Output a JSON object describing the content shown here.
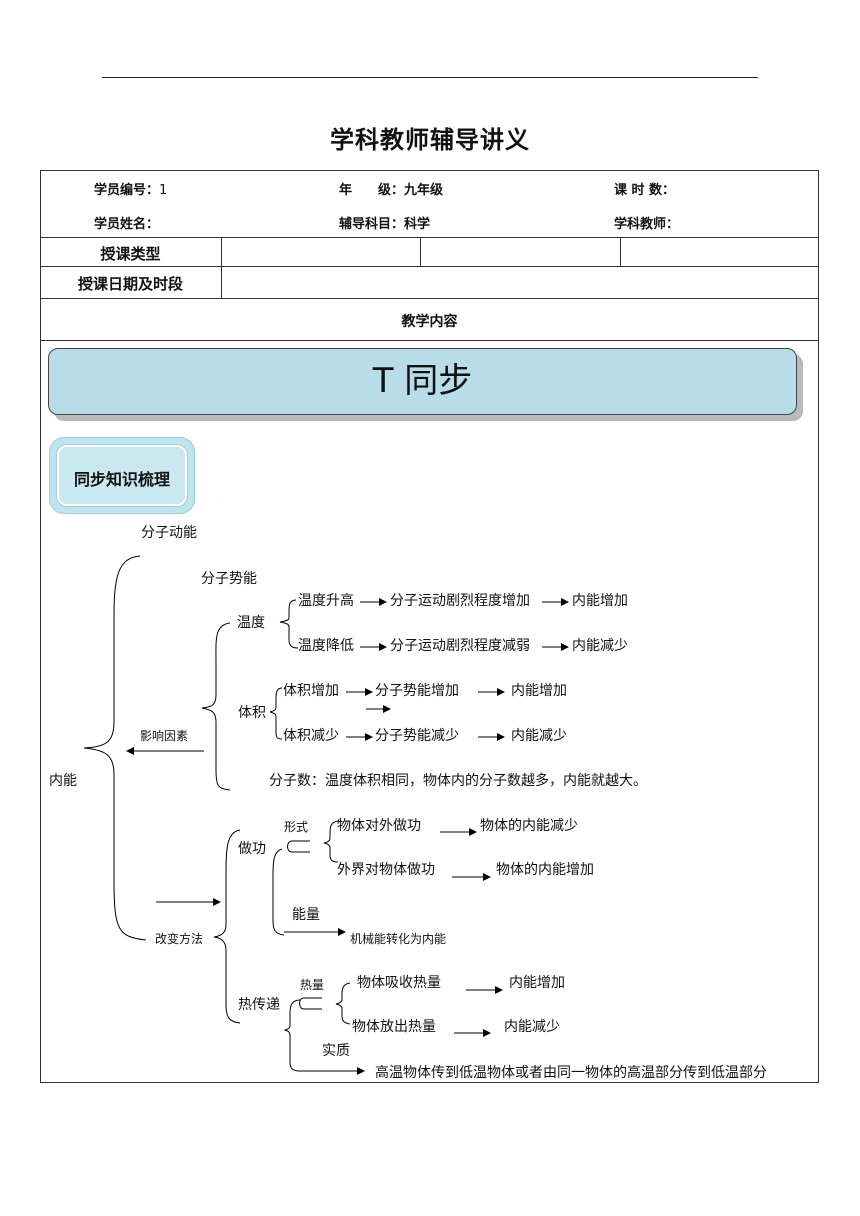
{
  "header": {
    "title": "学科教师辅导讲义"
  },
  "info": {
    "student_id_label": "学员编号：",
    "student_id_value": "1",
    "grade_label": "年　　级：",
    "grade_value": "九年级",
    "hours_label": "课 时 数：",
    "hours_value": "",
    "student_name_label": "学员姓名：",
    "student_name_value": "",
    "subject_label": "辅导科目：",
    "subject_value": "科学",
    "teacher_label": "学科教师：",
    "teacher_value": ""
  },
  "rows": {
    "class_type_label": "授课类型",
    "date_label": "授课日期及时段",
    "content_header": "教学内容"
  },
  "banner": {
    "text": "T 同步"
  },
  "section_badge": {
    "text": "同步知识梳理"
  },
  "diagram": {
    "root": "内能",
    "molecular_ke": "分子动能",
    "molecular_pe": "分子势能",
    "factors": "影响因素",
    "temperature": "温度",
    "temp_up": "温度升高",
    "temp_up_1": "分子运动剧烈程度增加",
    "temp_up_2": "内能增加",
    "temp_down": "温度降低",
    "temp_down_1": "分子运动剧烈程度减弱",
    "temp_down_2": "内能减少",
    "volume": "体积",
    "vol_up": "体积增加",
    "vol_up_1": "分子势能增加",
    "vol_up_2": "内能增加",
    "vol_down": "体积减少",
    "vol_down_1": "分子势能减少",
    "vol_down_2": "内能减少",
    "molecule_count": "分子数：温度体积相同，物体内的分子数越多，内能就越大。",
    "change_methods": "改变方法",
    "work": "做功",
    "form": "形式",
    "work_out": "物体对外做功",
    "work_out_result": "物体的内能减少",
    "work_in": "外界对物体做功",
    "work_in_result": "物体的内能增加",
    "energy": "能量",
    "energy_result": "机械能转化为内能",
    "heat_transfer": "热传递",
    "heat_quantity": "热量",
    "absorb": "物体吸收热量",
    "absorb_result": "内能增加",
    "release": "物体放出热量",
    "release_result": "内能减少",
    "essence": "实质",
    "essence_text": "高温物体传到低温物体或者由同一物体的高温部分传到低温部分"
  }
}
